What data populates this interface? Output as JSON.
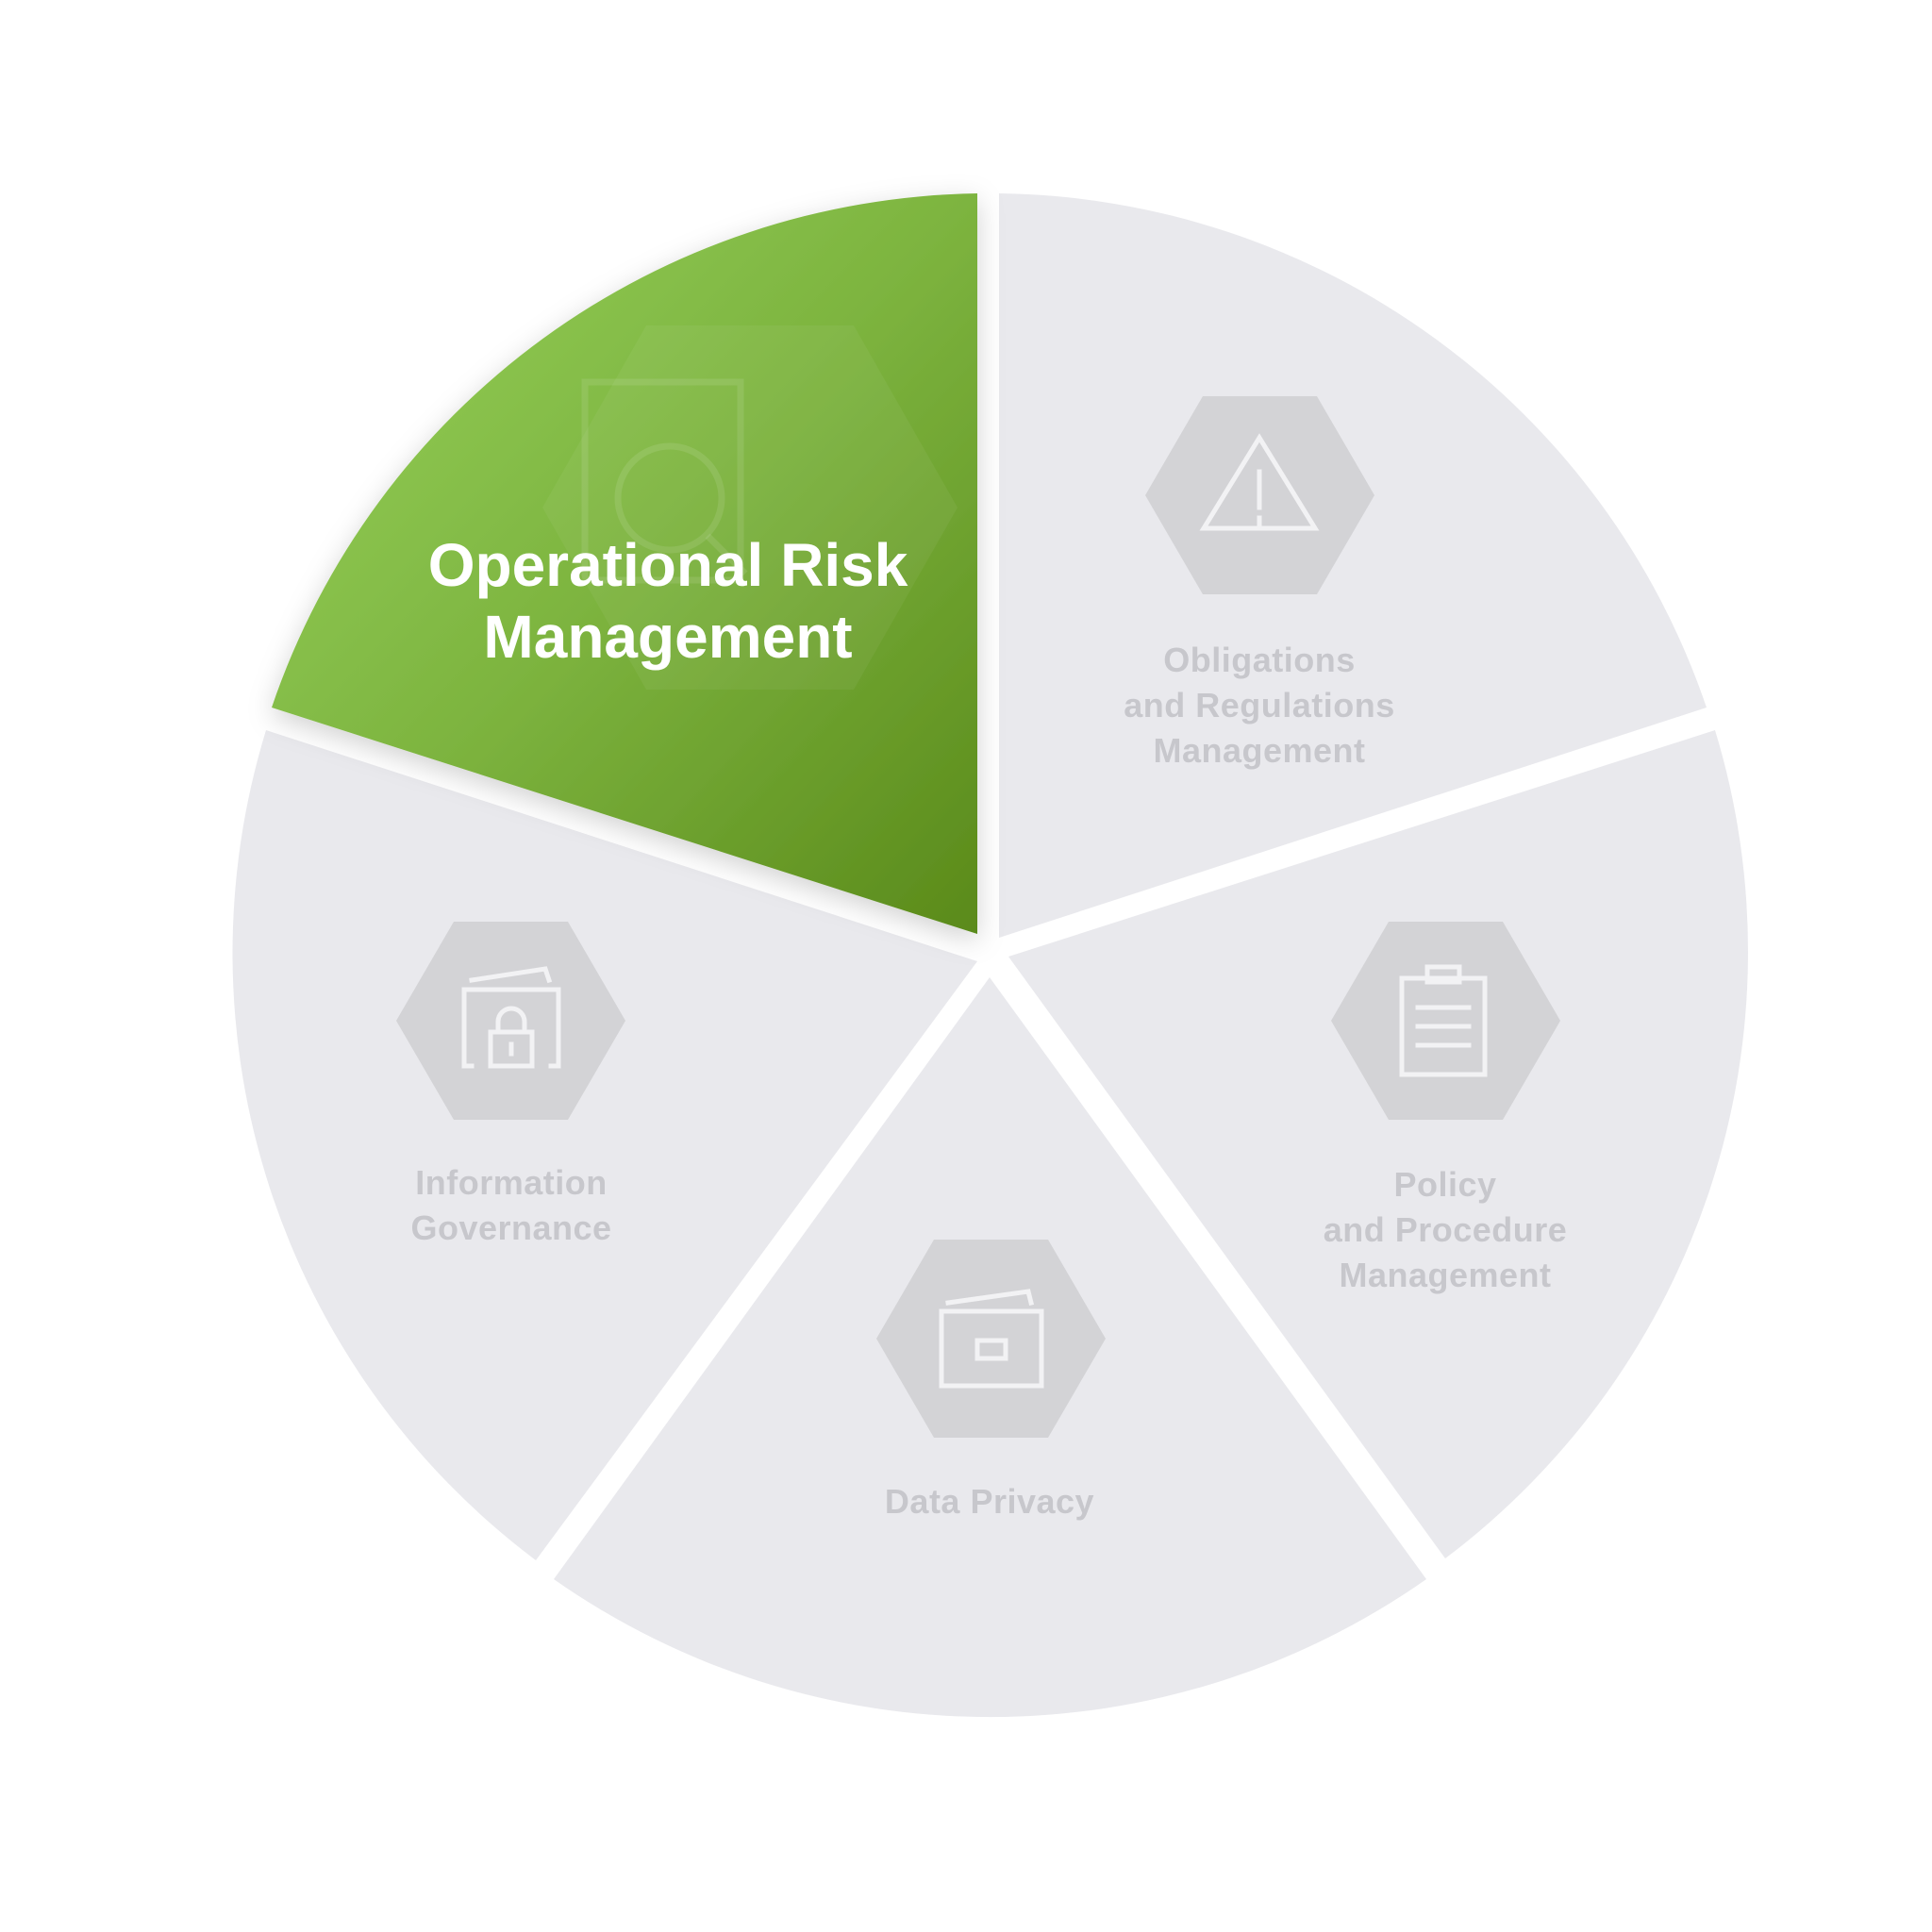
{
  "diagram": {
    "segments": [
      {
        "id": "operational-risk",
        "label_lines": [
          "Operational Risk",
          "Management"
        ],
        "icon": "report-analysis-icon",
        "active": true
      },
      {
        "id": "obligations",
        "label_lines": [
          "Obligations",
          "and Regulations",
          "Management"
        ],
        "icon": "warning-triangle-icon",
        "active": false
      },
      {
        "id": "policy",
        "label_lines": [
          "Policy",
          "and Procedure",
          "Management"
        ],
        "icon": "clipboard-icon",
        "active": false
      },
      {
        "id": "data-privacy",
        "label_lines": [
          "Data Privacy"
        ],
        "icon": "archive-box-icon",
        "active": false
      },
      {
        "id": "information-governance",
        "label_lines": [
          "Information",
          "Governance"
        ],
        "icon": "locked-folder-icon",
        "active": false
      }
    ],
    "colors": {
      "inactive_fill": "#e9e9ed",
      "active_gradient_start": "#92cd5a",
      "active_gradient_end": "#5c8d1c",
      "icon_hex": "#d3d3d6",
      "inactive_text": "#c7c7cc",
      "active_text": "#ffffff"
    }
  }
}
